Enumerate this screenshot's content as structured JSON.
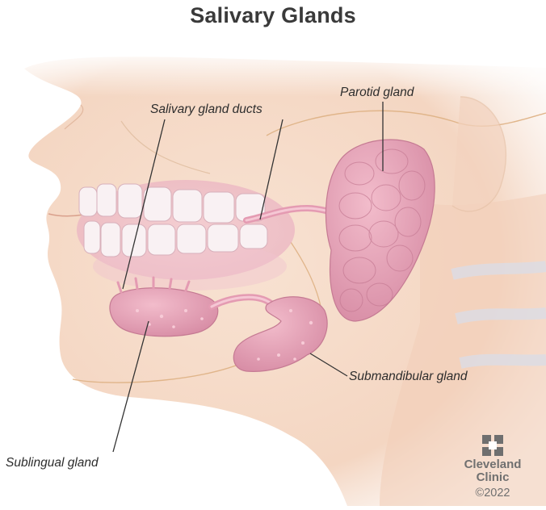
{
  "title": "Salivary Glands",
  "labels": {
    "ducts": "Salivary gland ducts",
    "parotid": "Parotid gland",
    "submandibular": "Submandibular gland",
    "sublingual": "Sublingual gland"
  },
  "logo": {
    "line1": "Cleveland",
    "line2": "Clinic",
    "copyright": "©2022"
  },
  "colors": {
    "skin": "#f6dcc8",
    "gland": "#e8a2b8",
    "gland_dark": "#c97a94",
    "teeth": "#f7eef0",
    "leader": "#333333"
  }
}
